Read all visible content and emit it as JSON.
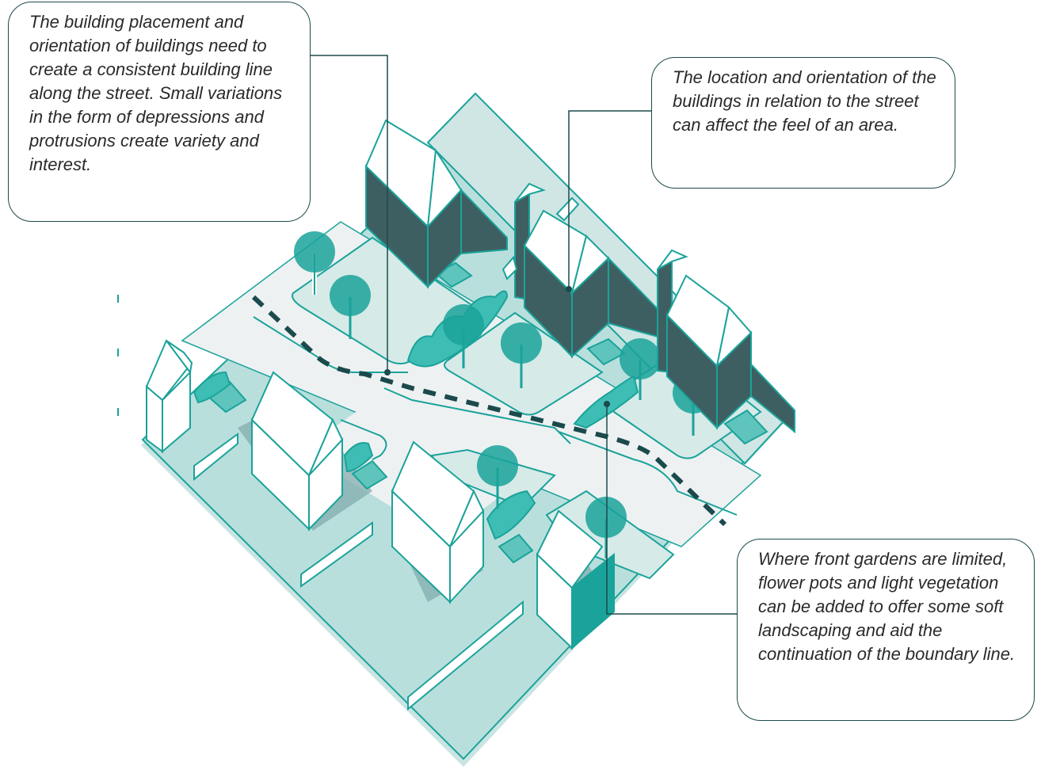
{
  "callouts": {
    "building_line": "The building placement and orientation of buildings need to create a consistent building line  along the street. Small variations in the form of depressions and protrusions create variety and interest.",
    "orientation": "The location and orientation of the buildings in relation to the street can affect the feel of an area.",
    "front_gardens": "Where front gardens are limited, flower pots and light vegetation can be added to offer some soft landscaping and aid the continuation of the boundary line."
  },
  "colors": {
    "outline": "#1aa39a",
    "teal_dark": "#3e5f62",
    "teal_fill": "#1aa39a",
    "teal_light": "#b9dfdd",
    "teal_pale": "#d6eae8",
    "shadow": "#7fa8a9",
    "street": "#eef1f2",
    "callout_border": "#1b4a4c",
    "boundary_dash": "#1b4a4c"
  }
}
